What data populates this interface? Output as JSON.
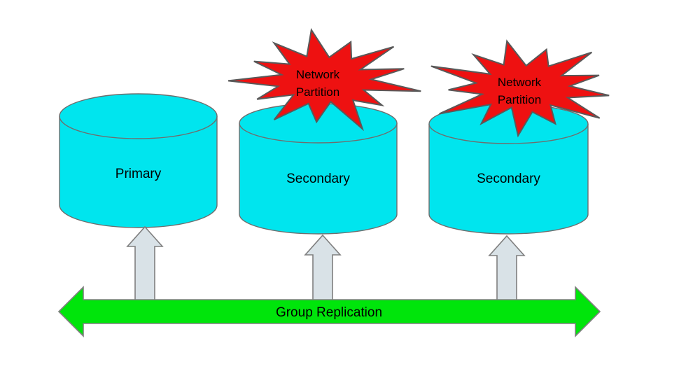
{
  "diagram": {
    "nodes": [
      {
        "label": "Primary"
      },
      {
        "label": "Secondary"
      },
      {
        "label": "Secondary"
      }
    ],
    "partitions": [
      {
        "line1": "Network",
        "line2": "Partition"
      },
      {
        "line1": "Network",
        "line2": "Partition"
      }
    ],
    "bus": {
      "label": "Group Replication"
    },
    "colors": {
      "cylinder": "#00E5EE",
      "burst": "#EE1111",
      "bus_arrow": "#00E50B",
      "up_arrow": "#D9E2E7"
    }
  }
}
